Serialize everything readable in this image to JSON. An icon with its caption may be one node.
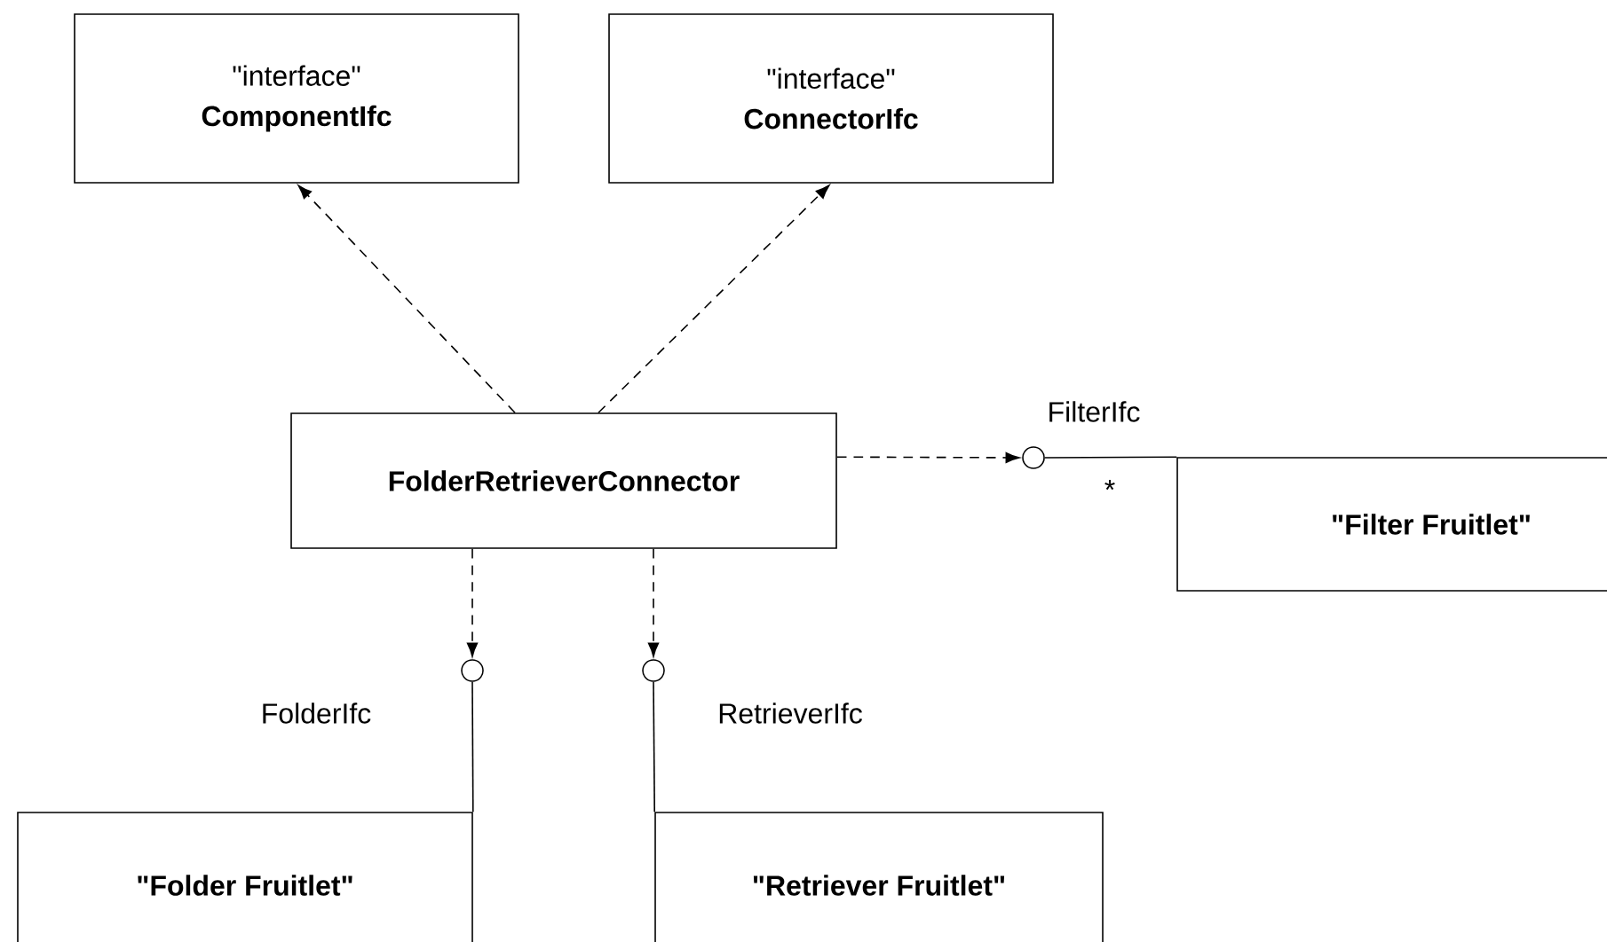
{
  "diagram": {
    "nodes": [
      {
        "text": [
          "\"interface\"",
          "ComponentIfc"
        ]
      },
      {
        "text": [
          "\"interface\"",
          "ConnectorIfc"
        ]
      },
      {
        "text": [
          "FolderRetrieverConnector"
        ]
      },
      {
        "text": [
          "\"Filter Fruitlet\""
        ]
      },
      {
        "text": [
          "\"Folder Fruitlet\""
        ]
      },
      {
        "text": [
          "\"Retriever Fruitlet\""
        ]
      },
      {
        "text": [],
        "shape": "circle",
        "beside": [
          "FilterIfc"
        ]
      },
      {
        "text": [],
        "shape": "circle",
        "beside": [
          "FolderIfc"
        ]
      },
      {
        "text": [],
        "shape": "circle",
        "beside": [
          "RetrieverIfc"
        ]
      }
    ],
    "edges": [
      {
        "from": 2,
        "to": 0,
        "arrow": "to",
        "style": "dashed"
      },
      {
        "from": 2,
        "to": 1,
        "arrow": "to",
        "style": "dashed"
      },
      {
        "from": 2,
        "to": 6,
        "arrow": "to",
        "style": "dashed"
      },
      {
        "from": 2,
        "to": 7,
        "arrow": "to",
        "style": "dashed"
      },
      {
        "from": 2,
        "to": 8,
        "arrow": "to",
        "style": "dashed"
      },
      {
        "from": 6,
        "to": 3,
        "arrow": "none",
        "label": "*"
      },
      {
        "from": 7,
        "to": 4,
        "arrow": "none"
      },
      {
        "from": 8,
        "to": 5,
        "arrow": "none"
      }
    ]
  }
}
